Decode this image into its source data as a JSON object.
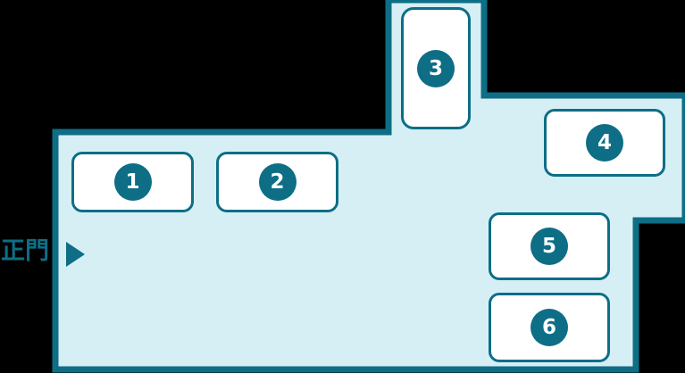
{
  "map": {
    "title": "正門",
    "background_color": "#000000",
    "floor_fill_color": "#d6eff5",
    "floor_stroke_color": "#0d6e86",
    "accent_color": "#0d6e86",
    "room_fill_color": "#ffffff",
    "entrance": {
      "label": "正門",
      "arrow_glyph": "▶",
      "arrow_direction": "right"
    },
    "rooms": [
      {
        "number": "1"
      },
      {
        "number": "2"
      },
      {
        "number": "3"
      },
      {
        "number": "4"
      },
      {
        "number": "5"
      },
      {
        "number": "6"
      }
    ]
  }
}
